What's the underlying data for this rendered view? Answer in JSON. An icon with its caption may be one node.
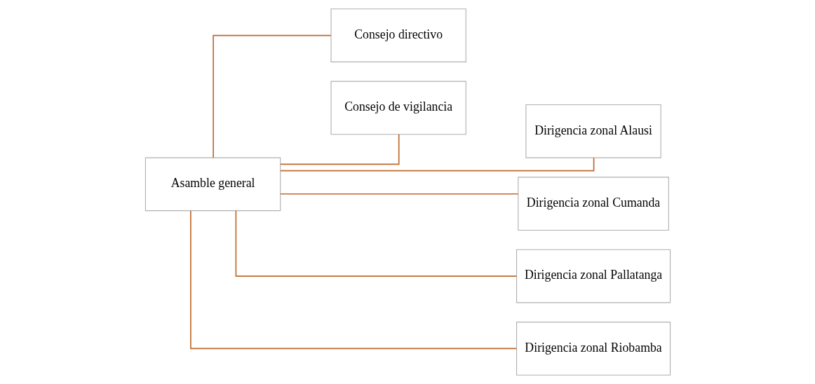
{
  "diagram": {
    "nodes": [
      {
        "text": [
          "Asamble general"
        ]
      },
      {
        "text": [
          "Consejo directivo"
        ]
      },
      {
        "text": [
          "Consejo de vigilancia"
        ]
      },
      {
        "text": [
          "Dirigencia zonal Alausi"
        ]
      },
      {
        "text": [
          "Dirigencia zonal Cumanda"
        ]
      },
      {
        "text": [
          "Dirigencia zonal Pallatanga"
        ]
      },
      {
        "text": [
          "Dirigencia zonal Riobamba"
        ]
      }
    ],
    "edges": [
      {
        "from": 0,
        "to": 1,
        "arrow": "none"
      },
      {
        "from": 0,
        "to": 2,
        "arrow": "none"
      },
      {
        "from": 0,
        "to": 3,
        "arrow": "none"
      },
      {
        "from": 0,
        "to": 4,
        "arrow": "none"
      },
      {
        "from": 0,
        "to": 5,
        "arrow": "none"
      },
      {
        "from": 0,
        "to": 6,
        "arrow": "none"
      }
    ]
  }
}
